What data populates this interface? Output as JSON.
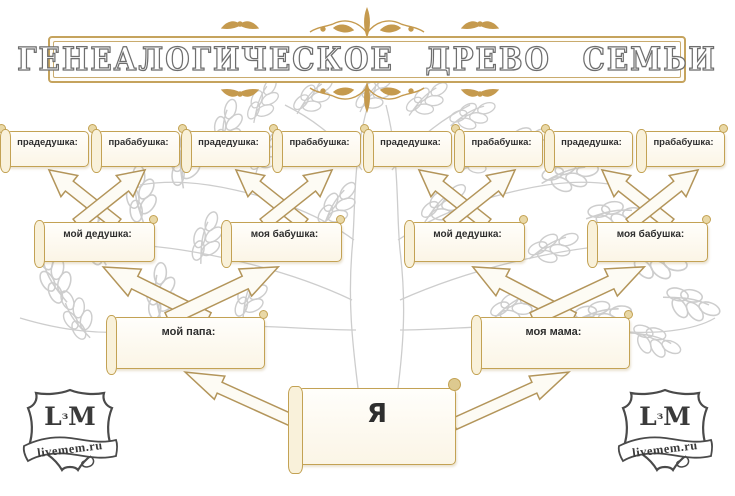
{
  "title": {
    "text": "ГЕНЕАЛОГИЧЕСКОЕ ДРЕВО СЕМЬИ"
  },
  "banners": {
    "great_grandparents": [
      {
        "label": "прадедушка:"
      },
      {
        "label": "прабабушка:"
      },
      {
        "label": "прадедушка:"
      },
      {
        "label": "прабабушка:"
      },
      {
        "label": "прадедушка:"
      },
      {
        "label": "прабабушка:"
      },
      {
        "label": "прадедушка:"
      },
      {
        "label": "прабабушка:"
      }
    ],
    "grandparents": [
      {
        "label": "мой дедушка:"
      },
      {
        "label": "моя бабушка:"
      },
      {
        "label": "мой дедушка:"
      },
      {
        "label": "моя бабушка:"
      }
    ],
    "parents": [
      {
        "label": "мой папа:"
      },
      {
        "label": "моя мама:"
      }
    ],
    "self": {
      "label": "Я"
    }
  },
  "logo": {
    "monogram_left": "L",
    "monogram_mid": "з",
    "monogram_right": "M",
    "ribbon_text": "livemem.ru"
  },
  "colors": {
    "gold_accent": "#c59a4e",
    "scroll_border": "#c3a254",
    "tree_outline": "#cccccc",
    "label_text": "#2e2e2e"
  }
}
